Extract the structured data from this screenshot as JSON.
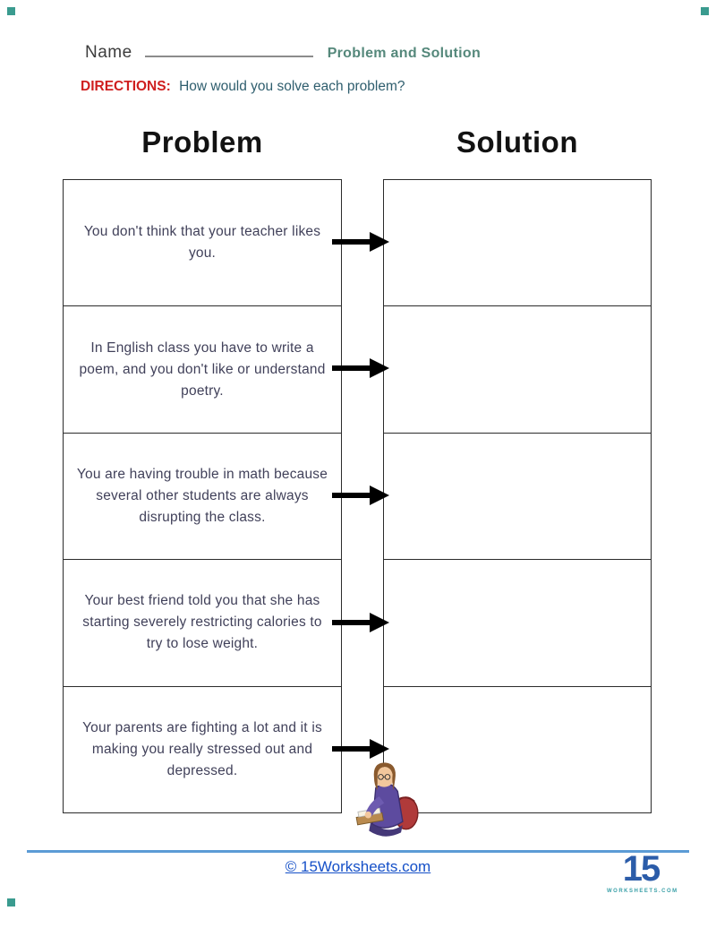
{
  "header": {
    "name_label": "Name",
    "title": "Problem and Solution",
    "directions_label": "DIRECTIONS:",
    "directions_text": "How would you solve each problem?"
  },
  "columns": {
    "problem": "Problem",
    "solution": "Solution"
  },
  "rows": [
    {
      "problem": "You don't think that your teacher likes you."
    },
    {
      "problem": "In English class you have to write a poem, and you don't like or understand poetry."
    },
    {
      "problem": "You are having trouble in math because several other students are always disrupting the class."
    },
    {
      "problem": "Your best friend told you that she has starting severely restricting calories to try to lose weight."
    },
    {
      "problem": "Your parents are fighting a lot and it is making you really stressed out and depressed."
    }
  ],
  "footer": {
    "copyright": "© 15Worksheets.com",
    "logo_number": "15",
    "logo_text": "WORKSHEETS.COM"
  },
  "colors": {
    "title_teal": "#55887b",
    "directions_red": "#cf1f1f",
    "directions_teal": "#2f5e6e",
    "footer_link_blue": "#1550c8",
    "footer_line_blue": "#5b9bd5",
    "logo_blue": "#2b5ca9"
  }
}
